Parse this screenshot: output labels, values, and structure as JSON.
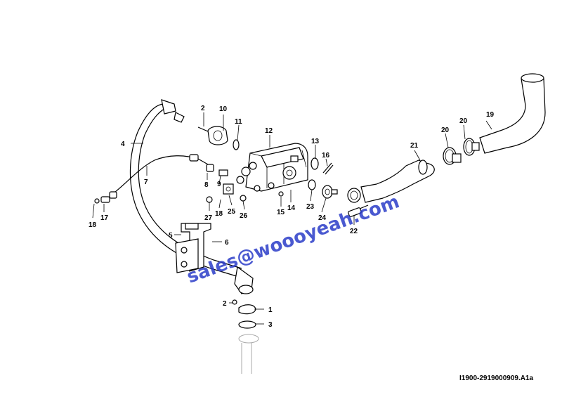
{
  "diagram": {
    "reference_code": "I1900-2919000909.A1a",
    "watermark": "sales@woooyeah.com",
    "callouts": [
      {
        "id": "c1",
        "text": "1"
      },
      {
        "id": "c2a",
        "text": "2"
      },
      {
        "id": "c2b",
        "text": "2"
      },
      {
        "id": "c3",
        "text": "3"
      },
      {
        "id": "c4",
        "text": "4"
      },
      {
        "id": "c5",
        "text": "5"
      },
      {
        "id": "c6",
        "text": "6"
      },
      {
        "id": "c7",
        "text": "7"
      },
      {
        "id": "c8",
        "text": "8"
      },
      {
        "id": "c9",
        "text": "9"
      },
      {
        "id": "c10",
        "text": "10"
      },
      {
        "id": "c11",
        "text": "11"
      },
      {
        "id": "c12",
        "text": "12"
      },
      {
        "id": "c13",
        "text": "13"
      },
      {
        "id": "c14",
        "text": "14"
      },
      {
        "id": "c15",
        "text": "15"
      },
      {
        "id": "c16",
        "text": "16"
      },
      {
        "id": "c17",
        "text": "17"
      },
      {
        "id": "c18a",
        "text": "18"
      },
      {
        "id": "c18b",
        "text": "18"
      },
      {
        "id": "c19",
        "text": "19"
      },
      {
        "id": "c20a",
        "text": "20"
      },
      {
        "id": "c20b",
        "text": "20"
      },
      {
        "id": "c21",
        "text": "21"
      },
      {
        "id": "c22",
        "text": "22"
      },
      {
        "id": "c23",
        "text": "23"
      },
      {
        "id": "c24",
        "text": "24"
      },
      {
        "id": "c25",
        "text": "25"
      },
      {
        "id": "c26",
        "text": "26"
      },
      {
        "id": "c27",
        "text": "27"
      }
    ]
  }
}
